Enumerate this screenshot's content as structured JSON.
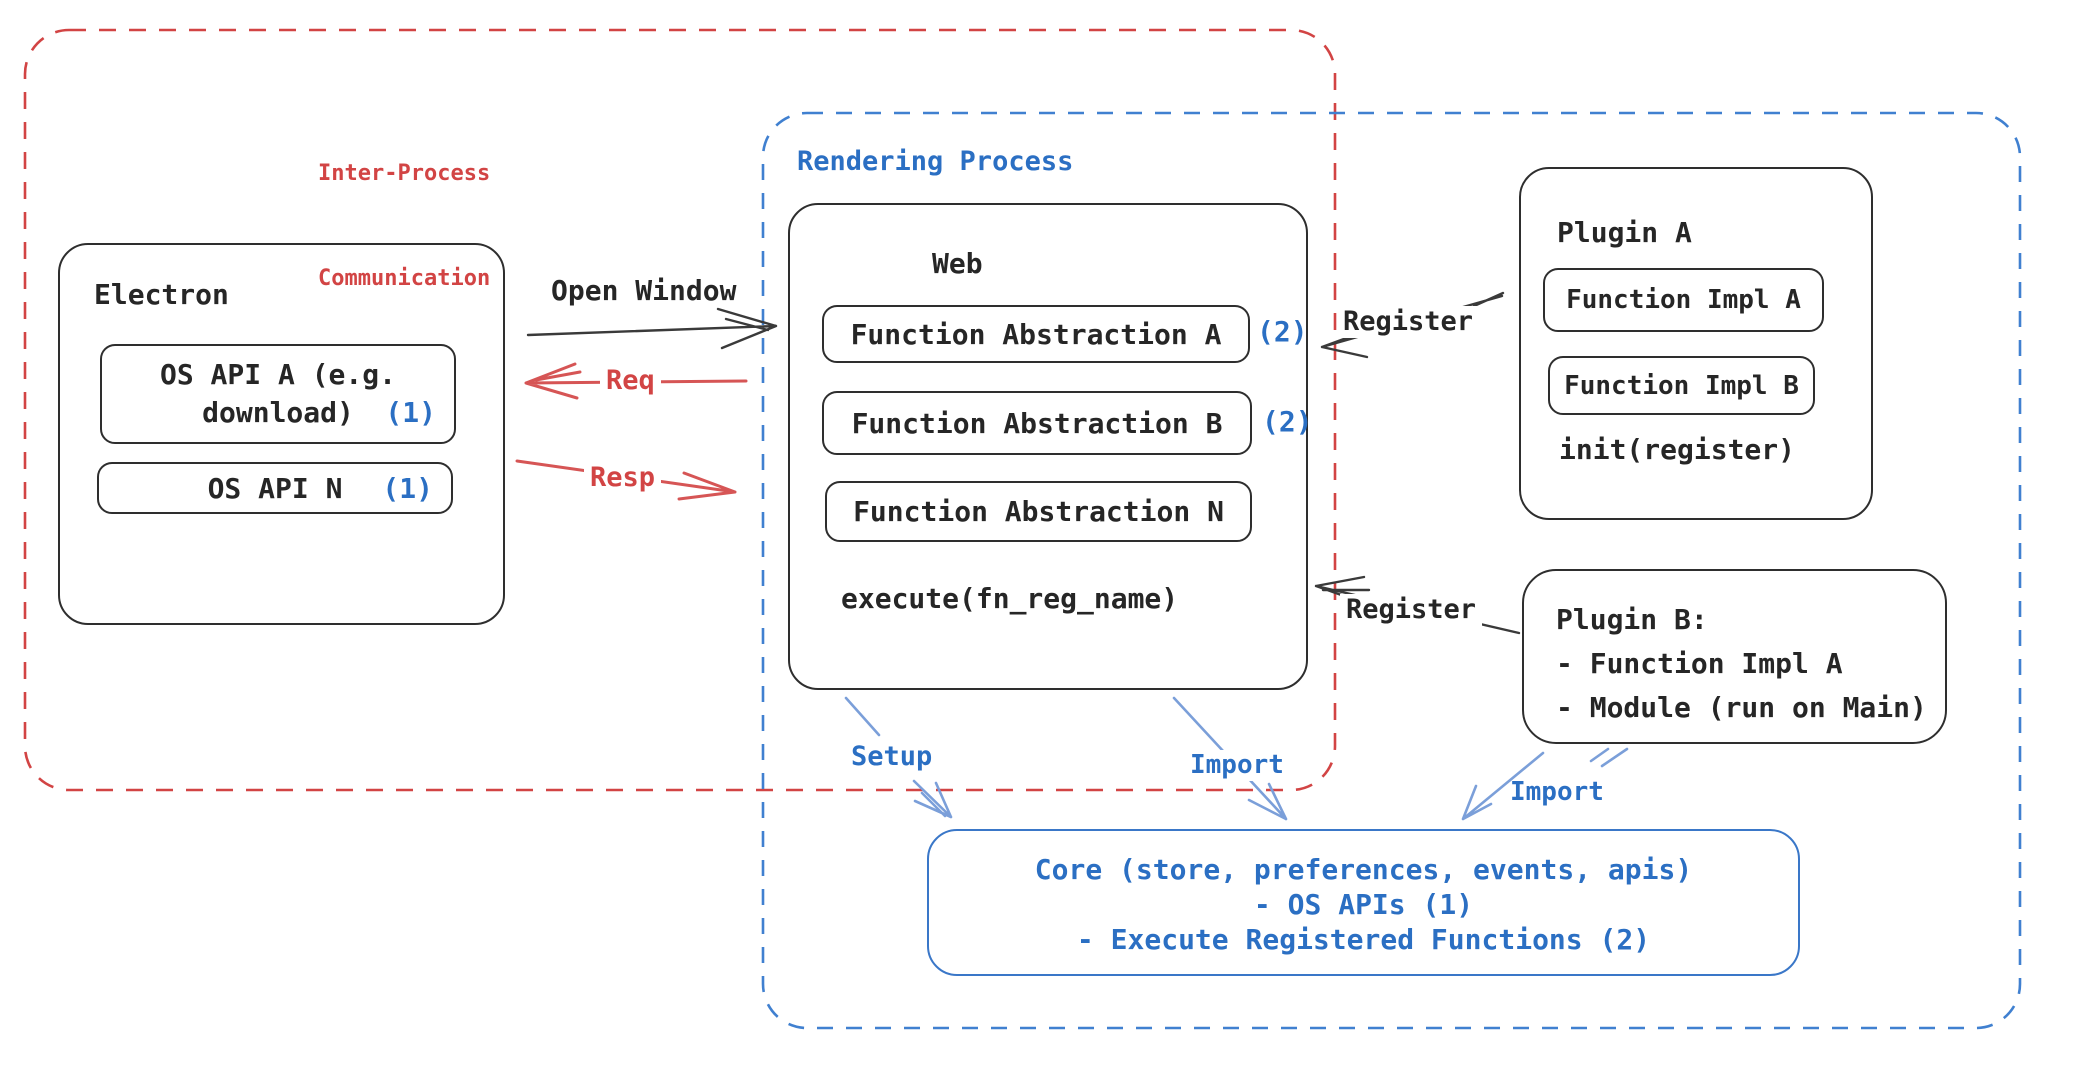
{
  "colors": {
    "red": "#d24444",
    "blue_text": "#2b6fc3",
    "light_blue_arrow": "#7b9fd9",
    "blue_dashed_box": "#4080d0",
    "core_box_border": "#3a77c8",
    "ink": "#2e2e2e"
  },
  "ipc": {
    "title_line1": "Inter-Process",
    "title_line2": "Communication"
  },
  "rendering": {
    "title": "Rendering Process"
  },
  "electron": {
    "title": "Electron",
    "os_api_a_line1": "OS API A (e.g.",
    "os_api_a_line2": "download)",
    "os_api_a_badge": "(1)",
    "os_api_n": "OS API N",
    "os_api_n_badge": "(1)"
  },
  "web": {
    "title": "Web",
    "fn_a": "Function Abstraction A",
    "fn_a_badge": "(2)",
    "fn_b": "Function Abstraction B",
    "fn_b_badge": "(2)",
    "fn_n": "Function Abstraction N",
    "execute": "execute(fn_reg_name)"
  },
  "plugin_a": {
    "title": "Plugin A",
    "impl_a": "Function Impl A",
    "impl_b": "Function Impl B",
    "init": "init(register)"
  },
  "plugin_b": {
    "line1": "Plugin B:",
    "line2": "- Function Impl A",
    "line3": "- Module (run on Main)"
  },
  "core": {
    "line1": "Core (store, preferences, events, apis)",
    "line2": "- OS APIs (1)",
    "line3": "- Execute Registered Functions (2)"
  },
  "arrows": {
    "open_window": "Open Window",
    "req": "Req",
    "resp": "Resp",
    "register_top": "Register",
    "register_bottom": "Register",
    "setup": "Setup",
    "import_mid": "Import",
    "import_right": "Import"
  }
}
